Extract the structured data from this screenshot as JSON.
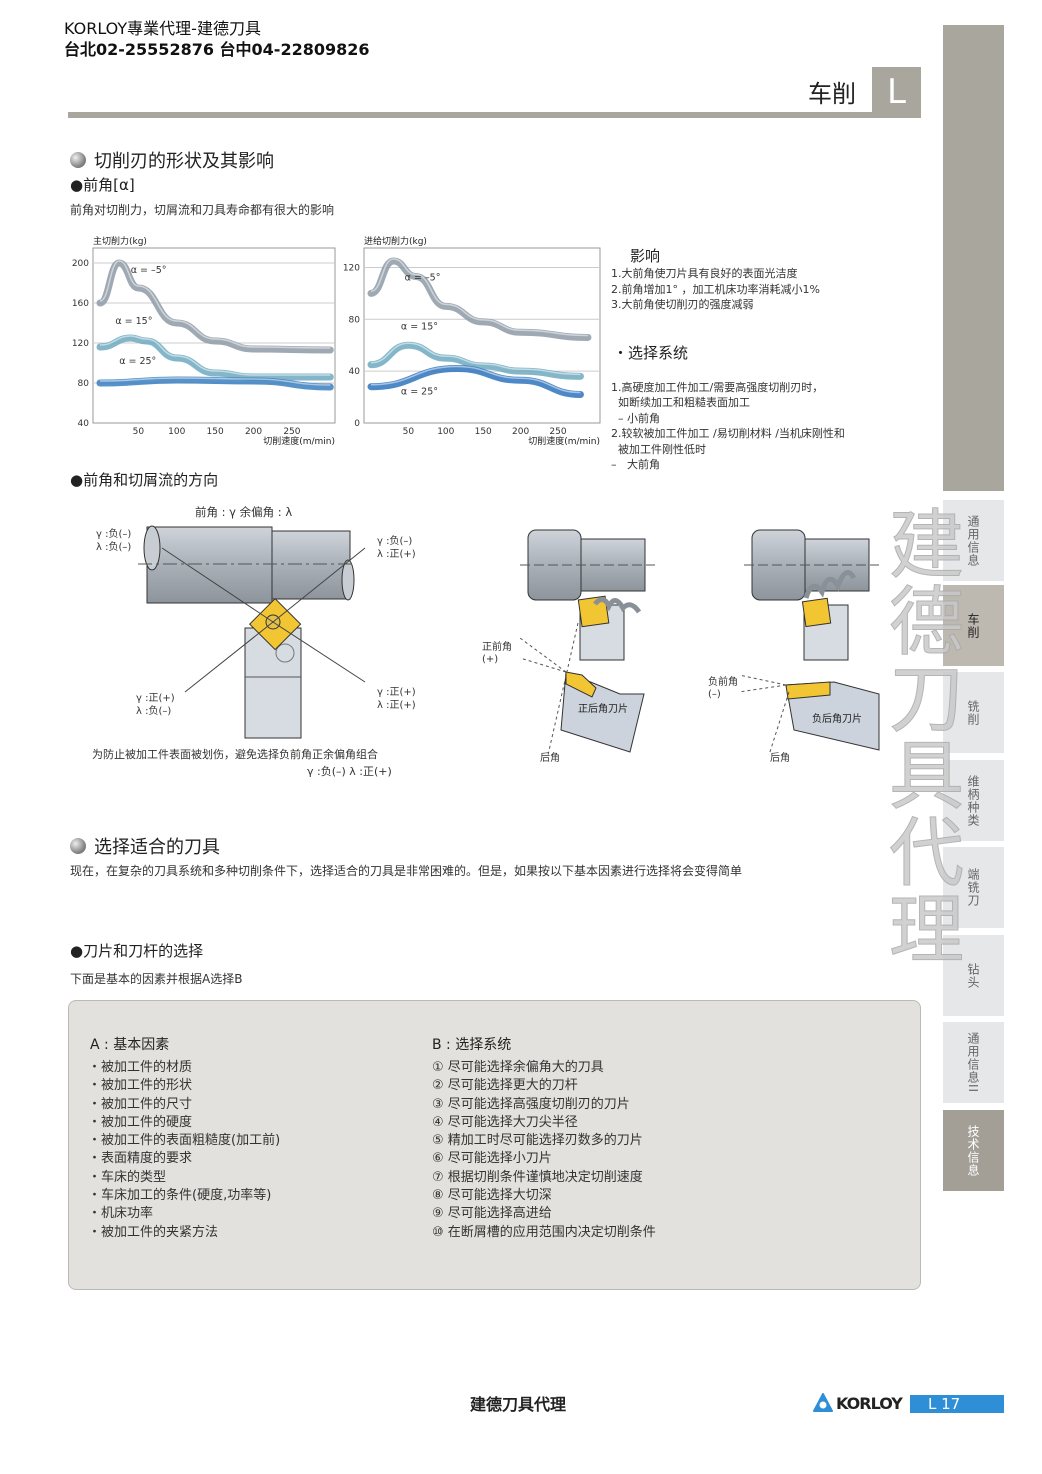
{
  "header": {
    "line1": "KORLOY專業代理-建德刀具",
    "line2": "台北02-25552876 台中04-22809826",
    "section": "车削",
    "section_letter": "L"
  },
  "sidebar": {
    "tabs": [
      {
        "label": "通用信息"
      },
      {
        "label": "车削",
        "active": true
      },
      {
        "label": "铣削"
      },
      {
        "label": "维柄种类"
      },
      {
        "label": "端铣刀"
      },
      {
        "label": "钻头"
      },
      {
        "label": "通用信息II"
      },
      {
        "label": "技术信息"
      }
    ]
  },
  "watermark": "建德刀具代理",
  "section1": {
    "title": "切削刃的形状及其影响",
    "sub1": "●前角[α]",
    "desc": "前角对切削力，切屑流和刀具寿命都有很大的影响",
    "influence": {
      "title": "影响",
      "items": [
        "1.大前角使刀片具有良好的表面光洁度",
        "2.前角增加1° ，加工机床功率消耗减小1%",
        "3.大前角使切削刃的强度减弱"
      ]
    },
    "selection": {
      "title": "・选择系统",
      "items": [
        "1.高硬度加工件加工/需要高强度切削刃时，",
        "  如断续加工和粗糙表面加工",
        "  – 小前角",
        "2.较软被加工件加工 /易切削材料 /当机床刚性和",
        "  被加工件刚性低时",
        "–   大前角"
      ]
    },
    "sub2": "●前角和切屑流的方向",
    "diagram": {
      "legend": "前角 : γ   余偏角 : λ",
      "tl": [
        "γ :负(–)",
        "λ :负(–)"
      ],
      "tr": [
        "γ :负(–)",
        "λ :正(+)"
      ],
      "bl": [
        "γ :正(+)",
        "λ :负(–)"
      ],
      "br": [
        "γ :正(+)",
        "λ :正(+)"
      ],
      "note": "为防止被加工件表面被划伤，避免选择负前角正余偏角组合",
      "note2": "γ :负(–)  λ :正(+)"
    },
    "pos": {
      "angle": "正前角",
      "sign": "(+)",
      "insert": "正后角刀片",
      "relief": "后角"
    },
    "neg": {
      "angle": "负前角",
      "sign": "(–)",
      "insert": "负后角刀片",
      "relief": "后角"
    }
  },
  "chart_data": [
    {
      "type": "line",
      "title": "",
      "ylabel": "主切削力(kg)",
      "xlabel": "切削速度(m/min)",
      "xlim": [
        0,
        300
      ],
      "ylim": [
        40,
        215
      ],
      "xticks": [
        50,
        100,
        150,
        200,
        250
      ],
      "yticks": [
        40,
        80,
        120,
        160,
        200
      ],
      "grid": true,
      "series": [
        {
          "name": "α = –5°",
          "x": [
            0,
            25,
            50,
            100,
            150,
            200,
            300
          ],
          "y": [
            160,
            200,
            175,
            140,
            122,
            114,
            113
          ],
          "color": "#8e9aa6"
        },
        {
          "name": "α = 15°",
          "x": [
            0,
            40,
            60,
            100,
            150,
            200,
            300
          ],
          "y": [
            116,
            125,
            122,
            105,
            90,
            86,
            86
          ],
          "color": "#6fa9c0"
        },
        {
          "name": "α = 25°",
          "x": [
            0,
            100,
            200,
            300
          ],
          "y": [
            80,
            83,
            82,
            76
          ],
          "color": "#3a7fc0"
        }
      ]
    },
    {
      "type": "line",
      "title": "",
      "ylabel": "进给切削力(kg)",
      "xlabel": "切削速度(m/min)",
      "xlim": [
        0,
        300
      ],
      "ylim": [
        0,
        135
      ],
      "xticks": [
        50,
        100,
        150,
        200,
        250
      ],
      "yticks": [
        0,
        40,
        80,
        120
      ],
      "grid": true,
      "series": [
        {
          "name": "α = –5°",
          "x": [
            0,
            30,
            60,
            100,
            150,
            200,
            290
          ],
          "y": [
            100,
            125,
            113,
            90,
            78,
            70,
            66
          ],
          "color": "#8e9aa6"
        },
        {
          "name": "α = 15°",
          "x": [
            0,
            50,
            100,
            150,
            200,
            280
          ],
          "y": [
            45,
            60,
            50,
            44,
            40,
            36
          ],
          "color": "#6fa9c0"
        },
        {
          "name": "α = 25°",
          "x": [
            0,
            115,
            200,
            280
          ],
          "y": [
            28,
            42,
            33,
            22
          ],
          "color": "#2f74bd"
        }
      ]
    }
  ],
  "section2": {
    "title": "选择适合的刀具",
    "desc": "现在，在复杂的刀具系统和多种切削条件下，选择适合的刀具是非常困难的。但是，如果按以下基本因素进行选择将会变得简单",
    "sub": "●刀片和刀杆的选择",
    "sub_desc": "下面是基本的因素并根据A选择B",
    "a_title": "A : 基本因素",
    "a_items": [
      "・被加工件的材质",
      "・被加工件的形状",
      "・被加工件的尺寸",
      "・被加工件的硬度",
      "・被加工件的表面粗糙度(加工前)",
      "・表面精度的要求",
      "・车床的类型",
      "・车床加工的条件(硬度,功率等)",
      "・机床功率",
      "・被加工件的夹紧方法"
    ],
    "b_title": "B : 选择系统",
    "b_items": [
      "① 尽可能选择余偏角大的刀具",
      "② 尽可能选择更大的刀杆",
      "③ 尽可能选择高强度切削刃的刀片",
      "④ 尽可能选择大刀尖半径",
      "⑤ 精加工时尽可能选择刃数多的刀片",
      "⑥ 尽可能选择小刀片",
      "⑦ 根据切削条件谨慎地决定切削速度",
      "⑧ 尽可能选择大切深",
      "⑨ 尽可能选择高进给",
      "⑩ 在断屑槽的应用范围内决定切削条件"
    ]
  },
  "footer": {
    "center": "建德刀具代理",
    "brand": "KORLOY",
    "page": "L 17",
    "brand_color": "#2f8fd6"
  }
}
